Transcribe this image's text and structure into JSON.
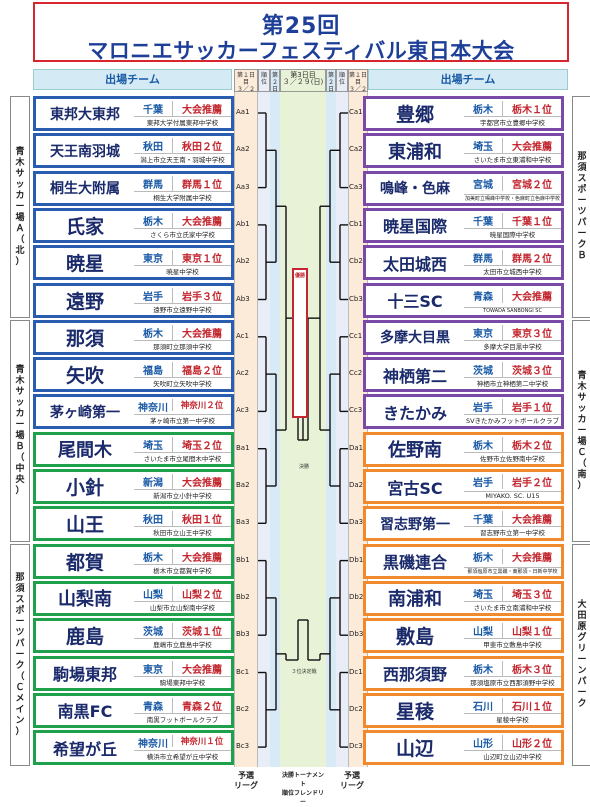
{
  "title": {
    "line1": "第25回",
    "line2": "マロニエサッカーフェスティバル東日本大会"
  },
  "header": {
    "left_teams": "出場チーム",
    "right_teams": "出場チーム",
    "day1_left": "第１日目",
    "day1_left_date": "３／２７(金)",
    "rank_left": "順位",
    "day2_left": "第２日目",
    "day3": "第3日目",
    "day3_date": "３／２９(日)",
    "day2_right": "第２日目",
    "rank_right": "順位",
    "day1_right": "第１日目",
    "day1_right_date": "３／２７(金)"
  },
  "bracket_labels": {
    "winner": "優勝",
    "final": "決勝",
    "third_place": "３位決定戦"
  },
  "bottom": {
    "left_league": "予選\nリーグ",
    "center_tournament": "決勝トーナメント",
    "center_friendly": "順位フレンドリー",
    "right_league": "予選\nリーグ"
  },
  "venues_left": [
    {
      "label": "青木サッカー場Ａ（北）"
    },
    {
      "label": "青木サッカー場Ｂ（中央）"
    },
    {
      "label": "那須スポーツパーク（Ｃメイン）"
    }
  ],
  "venues_right": [
    {
      "label": "那須スポーツパークＢ"
    },
    {
      "label": "青木サッカー場Ｃ（南）"
    },
    {
      "label": "大田原グリーンパーク"
    }
  ],
  "colors": {
    "blue": "#2a5db0",
    "green": "#1fa04a",
    "purple": "#7b4aa6",
    "orange": "#f08a2c",
    "title_red": "#d8262e"
  },
  "left_teams": [
    {
      "name": "東邦大東邦",
      "pref": "千葉",
      "qual": "大会推薦",
      "school": "東邦大学付属東邦中学校",
      "code": "Aa1",
      "color": "blue"
    },
    {
      "name": "天王南羽城",
      "pref": "秋田",
      "qual": "秋田２位",
      "school": "潟上市立天王南・羽城中学校",
      "code": "Aa2",
      "color": "blue"
    },
    {
      "name": "桐生大附属",
      "pref": "群馬",
      "qual": "群馬１位",
      "school": "桐生大学附属中学校",
      "code": "Aa3",
      "color": "blue"
    },
    {
      "name": "氏家",
      "pref": "栃木",
      "qual": "大会推薦",
      "school": "さくら市立氏家中学校",
      "code": "Ab1",
      "color": "blue"
    },
    {
      "name": "暁星",
      "pref": "東京",
      "qual": "東京１位",
      "school": "暁星中学校",
      "code": "Ab2",
      "color": "blue"
    },
    {
      "name": "遠野",
      "pref": "岩手",
      "qual": "岩手３位",
      "school": "遠野市立遠野中学校",
      "code": "Ab3",
      "color": "blue"
    },
    {
      "name": "那須",
      "pref": "栃木",
      "qual": "大会推薦",
      "school": "那須町立那須中学校",
      "code": "Ac1",
      "color": "blue"
    },
    {
      "name": "矢吹",
      "pref": "福島",
      "qual": "福島２位",
      "school": "矢吹町立矢吹中学校",
      "code": "Ac2",
      "color": "blue"
    },
    {
      "name": "茅ヶ崎第一",
      "pref": "神奈川",
      "qual": "神奈川２位",
      "school": "茅ヶ崎市立第一中学校",
      "code": "Ac3",
      "color": "blue"
    },
    {
      "name": "尾間木",
      "pref": "埼玉",
      "qual": "埼玉２位",
      "school": "さいたま市立尾間木中学校",
      "code": "Ba1",
      "color": "green"
    },
    {
      "name": "小針",
      "pref": "新潟",
      "qual": "大会推薦",
      "school": "新潟市立小針中学校",
      "code": "Ba2",
      "color": "green"
    },
    {
      "name": "山王",
      "pref": "秋田",
      "qual": "秋田１位",
      "school": "秋田市立山王中学校",
      "code": "Ba3",
      "color": "green"
    },
    {
      "name": "都賀",
      "pref": "栃木",
      "qual": "大会推薦",
      "school": "栃木市立都賀中学校",
      "code": "Bb1",
      "color": "green"
    },
    {
      "name": "山梨南",
      "pref": "山梨",
      "qual": "山梨２位",
      "school": "山梨市立山梨南中学校",
      "code": "Bb2",
      "color": "green"
    },
    {
      "name": "鹿島",
      "pref": "茨城",
      "qual": "茨城１位",
      "school": "鹿嶋市立鹿島中学校",
      "code": "Bb3",
      "color": "green"
    },
    {
      "name": "駒場東邦",
      "pref": "東京",
      "qual": "大会推薦",
      "school": "駒場東邦中学校",
      "code": "Bc1",
      "color": "green"
    },
    {
      "name": "南黒FC",
      "pref": "青森",
      "qual": "青森２位",
      "school": "南黒フットボールクラブ",
      "code": "Bc2",
      "color": "green"
    },
    {
      "name": "希望が丘",
      "pref": "神奈川",
      "qual": "神奈川１位",
      "school": "横浜市立希望が丘中学校",
      "code": "Bc3",
      "color": "green"
    }
  ],
  "right_teams": [
    {
      "name": "豊郷",
      "pref": "栃木",
      "qual": "栃木１位",
      "school": "宇都宮市立豊郷中学校",
      "code": "Ca1",
      "color": "purple"
    },
    {
      "name": "東浦和",
      "pref": "埼玉",
      "qual": "大会推薦",
      "school": "さいたま市立東浦和中学校",
      "code": "Ca2",
      "color": "purple"
    },
    {
      "name": "鳴峰・色麻",
      "pref": "宮城",
      "qual": "宮城２位",
      "school": "加美町立鳴峰中学校・色麻町立色麻中学校",
      "code": "Ca3",
      "color": "purple"
    },
    {
      "name": "暁星国際",
      "pref": "千葉",
      "qual": "千葉１位",
      "school": "暁星国際中学校",
      "code": "Cb1",
      "color": "purple"
    },
    {
      "name": "太田城西",
      "pref": "群馬",
      "qual": "群馬２位",
      "school": "太田市立城西中学校",
      "code": "Cb2",
      "color": "purple"
    },
    {
      "name": "十三SC",
      "pref": "青森",
      "qual": "大会推薦",
      "school": "TOWADA SANBONGI SC",
      "code": "Cb3",
      "color": "purple"
    },
    {
      "name": "多摩大目黒",
      "pref": "東京",
      "qual": "東京３位",
      "school": "多摩大学目黒中学校",
      "code": "Cc1",
      "color": "purple"
    },
    {
      "name": "神栖第二",
      "pref": "茨城",
      "qual": "茨城３位",
      "school": "神栖市立神栖第二中学校",
      "code": "Cc2",
      "color": "purple"
    },
    {
      "name": "きたかみ",
      "pref": "岩手",
      "qual": "岩手１位",
      "school": "SVきたかみフットボールクラブ",
      "code": "Cc3",
      "color": "purple"
    },
    {
      "name": "佐野南",
      "pref": "栃木",
      "qual": "栃木２位",
      "school": "佐野市立佐野南中学校",
      "code": "Da1",
      "color": "orange"
    },
    {
      "name": "宮古SC",
      "pref": "岩手",
      "qual": "岩手２位",
      "school": "MIYAKO. SC. U15",
      "code": "Da2",
      "color": "orange"
    },
    {
      "name": "習志野第一",
      "pref": "千葉",
      "qual": "大会推薦",
      "school": "習志野市立第一中学校",
      "code": "Da3",
      "color": "orange"
    },
    {
      "name": "黒磯連合",
      "pref": "栃木",
      "qual": "大会推薦",
      "school": "那須塩原市立黒磯・東那須・日新中学校",
      "code": "Db1",
      "color": "orange"
    },
    {
      "name": "南浦和",
      "pref": "埼玉",
      "qual": "埼玉３位",
      "school": "さいたま市立南浦和中学校",
      "code": "Db2",
      "color": "orange"
    },
    {
      "name": "敷島",
      "pref": "山梨",
      "qual": "山梨１位",
      "school": "甲斐市立敷島中学校",
      "code": "Db3",
      "color": "orange"
    },
    {
      "name": "西那須野",
      "pref": "栃木",
      "qual": "栃木３位",
      "school": "那須塩原市立西那須野中学校",
      "code": "Dc1",
      "color": "orange"
    },
    {
      "name": "星稜",
      "pref": "石川",
      "qual": "石川１位",
      "school": "星稜中学校",
      "code": "Dc2",
      "color": "orange"
    },
    {
      "name": "山辺",
      "pref": "山形",
      "qual": "山形２位",
      "school": "山辺町立山辺中学校",
      "code": "Dc3",
      "color": "orange"
    }
  ]
}
